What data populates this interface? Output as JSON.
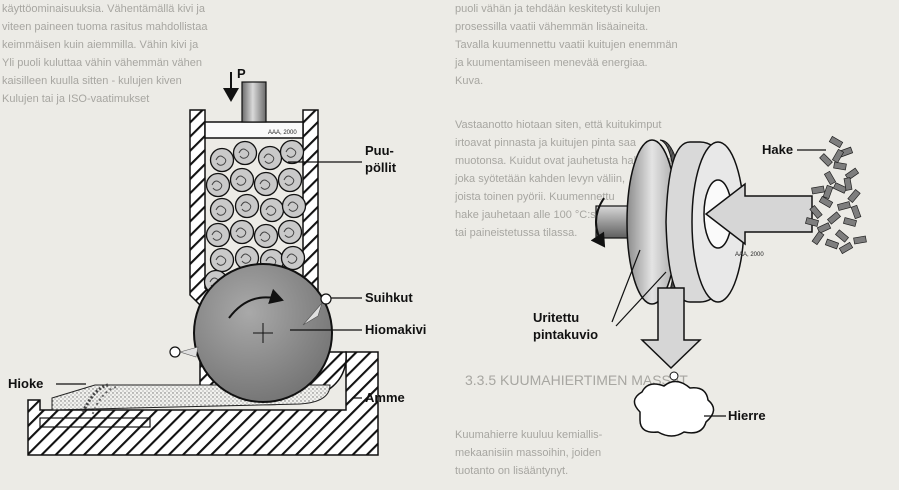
{
  "labels": {
    "p": "P",
    "puupollit": [
      "Puu-",
      "pöllit"
    ],
    "suihkut": "Suihkut",
    "hiomakivi": "Hiomakivi",
    "hioke": "Hioke",
    "amme": "Amme",
    "hake": "Hake",
    "uritettu": [
      "Uritettu",
      "pintakuvio"
    ],
    "hierre": "Hierre",
    "watermark_left": "AAA, 2000",
    "watermark_right": "AAA, 2000"
  },
  "background_text": {
    "left": [
      "käyttöominaisuuksia. Vähentämällä kivi ja",
      "viteen paineen tuoma rasitus mahdollistaa",
      "keimmäisen kuin aiemmilla. Vähin kivi ja",
      "Yli puoli kuluttaa vähin vähemmän vähen",
      "kaisilleen kuulla sitten - kulujen kiven",
      "Kulujen tai ja ISO-vaatimukset"
    ],
    "right_top": [
      "puoli vähän ja tehdään keskitetysti kulujen",
      "prosessilla vaatii vähemmän lisäaineita.",
      "Tavalla kuumennettu vaatii kuitujen enemmän",
      "ja kuumentamiseen menevää energiaa.",
      "Kuva."
    ],
    "right_mid": [
      "Vastaanotto hiotaan siten, että kuitukimput",
      "irtoavat pinnasta ja kuitujen pinta saa",
      "muotonsa. Kuidut ovat jauhetusta hakkeesta,",
      "joka syötetään kahden levyn väliin,",
      "joista toinen pyörii. Kuumennettu",
      "hake jauhetaan alle 100 °C:ssa",
      "tai paineistetussa tilassa."
    ],
    "heading": "3.3.5 KUUMAHIERTIMEN MASSAT",
    "bottom": [
      "Kuumahierre kuuluu kemiallis-",
      "mekaanisiin massoihin, joiden",
      "tuotanto on lisääntynyt."
    ]
  },
  "colors": {
    "ink": "#1a1a1a",
    "page": "#ecebe6",
    "stone": "#8a8a8a",
    "disc": "#d2d2d2",
    "shaft": "#9a9a9a",
    "faded_text": "#a7a6a1"
  }
}
